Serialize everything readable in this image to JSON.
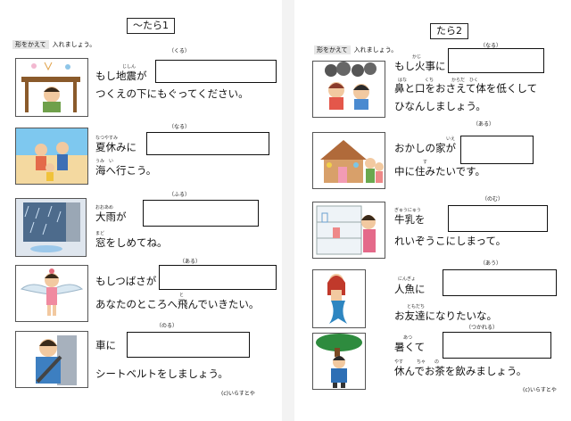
{
  "left_sheet": {
    "title": "～たら1",
    "instruction_tag": "形をかえて",
    "instruction_text": "入れましょう。",
    "items": [
      {
        "hint": "（くる）",
        "line1": "もし地震が",
        "line2": "つくえの下にもぐってください。",
        "ruby": "じしん",
        "picture": "earthquake-under-desk-picture"
      },
      {
        "hint": "（なる）",
        "line1": "夏休みに",
        "line2": "海へ行こう。",
        "ruby": "なつやすみ",
        "ruby2": "うみ　い",
        "picture": "summer-beach-family-picture"
      },
      {
        "hint": "（ふる）",
        "line1": "大雨が",
        "line2": "窓をしめてね。",
        "ruby": "おおあめ",
        "ruby2": "まど",
        "picture": "heavy-rain-window-picture"
      },
      {
        "hint": "（ある）",
        "line1": "もしつばさが",
        "line2": "あなたのところへ飛んでいきたい。",
        "ruby2": "と",
        "picture": "girl-with-wings-picture"
      },
      {
        "hint": "（のる）",
        "line1": "車に",
        "line2": "シートベルトをしましょう。",
        "picture": "seatbelt-boy-picture"
      }
    ],
    "credit": "(c)いらすとや"
  },
  "right_sheet": {
    "title": "たら2",
    "instruction_tag": "形をかえて",
    "instruction_text": "入れましょう。",
    "items": [
      {
        "hint": "（なる）",
        "line1": "もし火事に",
        "line2": "鼻と口をおさえて体を低くして",
        "line3": "ひなんしましょう。",
        "ruby": "かじ",
        "ruby2": "はな　　　　くち　　　　からだ　ひく",
        "picture": "fire-smoke-cover-mouth-picture"
      },
      {
        "hint": "（ある）",
        "line1": "おかしの家が",
        "line2": "中に住みたいです。",
        "ruby": "いえ",
        "ruby2": "す",
        "picture": "candy-house-picture"
      },
      {
        "hint": "（のむ）",
        "line1": "牛乳を",
        "line2": "れいぞうこにしまって。",
        "ruby": "ぎゅうにゅう",
        "picture": "milk-refrigerator-picture"
      },
      {
        "hint": "（あう）",
        "line1": "人魚に",
        "line2": "お友達になりたいな。",
        "ruby": "にんぎょ",
        "ruby2": "ともだち",
        "picture": "mermaid-picture"
      },
      {
        "hint": "（つかれる）",
        "line1": "暑くて",
        "line2": "休んでお茶を飲みましょう。",
        "ruby": "あつ",
        "ruby2": "やす　　　ちゃ　　の",
        "picture": "tired-boy-tree-picture"
      }
    ],
    "credit": "(c)いらすとや"
  }
}
